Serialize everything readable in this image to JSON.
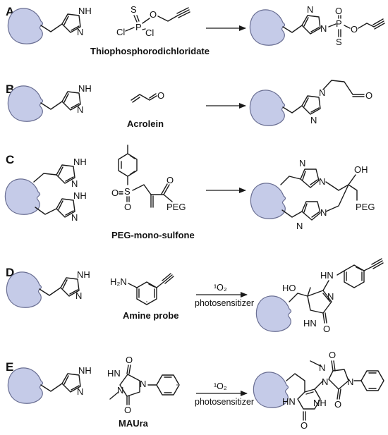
{
  "colors": {
    "protein_fill": "#c5cbe8",
    "protein_stroke": "#6a6f93",
    "ink": "#1a1a1a"
  },
  "atoms": {
    "NH": "NH",
    "N": "N",
    "O": "O",
    "S": "S",
    "P": "P",
    "Cl": "Cl",
    "OH": "OH",
    "PEG": "PEG",
    "H2N": "H₂N",
    "HN": "HN",
    "HO": "HO",
    "N_H": "H"
  },
  "panels": [
    {
      "letter": "A",
      "reagent_name": "Thiophosphorodichloridate"
    },
    {
      "letter": "B",
      "reagent_name": "Acrolein"
    },
    {
      "letter": "C",
      "reagent_name": "PEG-mono-sulfone"
    },
    {
      "letter": "D",
      "reagent_name": "Amine probe",
      "conditions_top": "¹O₂",
      "conditions_bottom": "photosensitizer"
    },
    {
      "letter": "E",
      "reagent_name": "MAUra",
      "conditions_top": "¹O₂",
      "conditions_bottom": "photosensitizer"
    }
  ]
}
